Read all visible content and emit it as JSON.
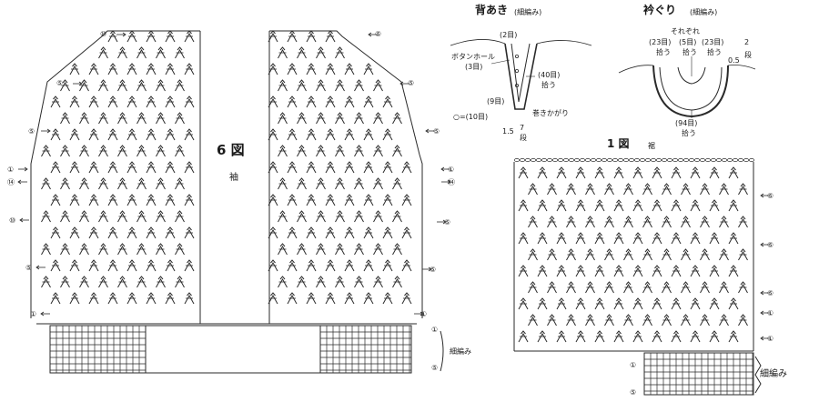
{
  "sleeve": {
    "fig_label": "6 図",
    "name": "袖",
    "band_label": "細編み",
    "markers_left": [
      "⑩",
      "⑤",
      "⑤",
      "①",
      "⑭",
      "⑩",
      "⑤",
      "①"
    ],
    "markers_right": [
      "⑤",
      "⑤",
      "⑤",
      "①",
      "⑭",
      "⑤",
      "⑤",
      "①"
    ],
    "band_markers": [
      "①",
      "⑤"
    ]
  },
  "back_opening": {
    "title": "背あき",
    "subtitle": "(細編み)",
    "top_count": "(2目)",
    "button_hole": "ボタンホール",
    "button_hole_count": "(3目)",
    "side_count": "(40目)",
    "side_action": "拾う",
    "bottom_count": "(9目)",
    "legend": "○=(10目)",
    "wrap": "巻きかがり",
    "dims": [
      "1.5",
      "7",
      "段"
    ]
  },
  "neckline": {
    "title": "衿ぐり",
    "subtitle": "(細編み)",
    "note": "それぞれ",
    "counts": [
      "(23目)",
      "(5目)",
      "(23目)"
    ],
    "action": "拾う",
    "side_dim": "0.5",
    "right_dim": "2",
    "right_unit": "段",
    "bottom_count": "(94目)",
    "bottom_action": "拾う"
  },
  "hem": {
    "fig_label": "1 図",
    "name": "裾",
    "band_label": "細編み",
    "markers_right": [
      "⑤",
      "⑤",
      "⑤",
      "①",
      "①"
    ],
    "band_markers": [
      "①",
      "⑤"
    ]
  }
}
